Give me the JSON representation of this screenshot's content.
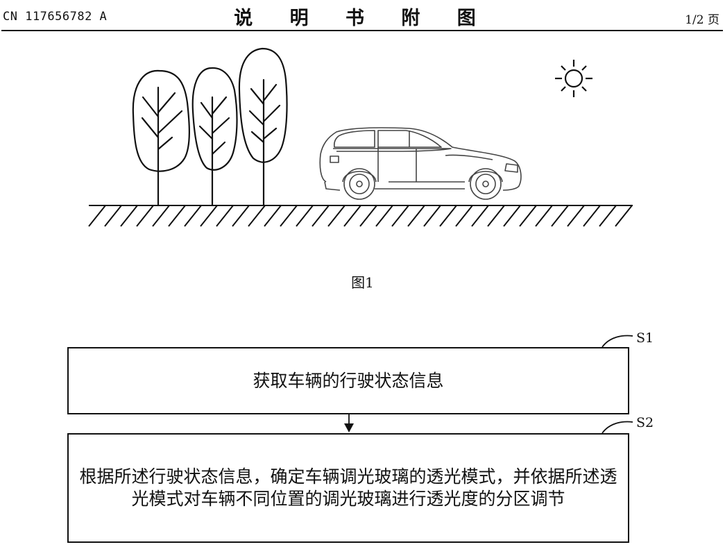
{
  "header": {
    "publication_number": "CN 117656782 A",
    "document_title": "说 明 书 附 图",
    "page_number": "1/2 页"
  },
  "figure1": {
    "caption": "图1",
    "elements": [
      "three-trees",
      "car",
      "sun-icon",
      "hatched-ground"
    ]
  },
  "figure2": {
    "steps": [
      {
        "id": "S1",
        "text": "获取车辆的行驶状态信息"
      },
      {
        "id": "S2",
        "text": "根据所述行驶状态信息，确定车辆调光玻璃的透光模式，并依据所述透光模式对车辆不同位置的调光玻璃进行透光度的分区调节"
      }
    ]
  },
  "colors": {
    "ink": "#111111",
    "background": "#ffffff"
  }
}
